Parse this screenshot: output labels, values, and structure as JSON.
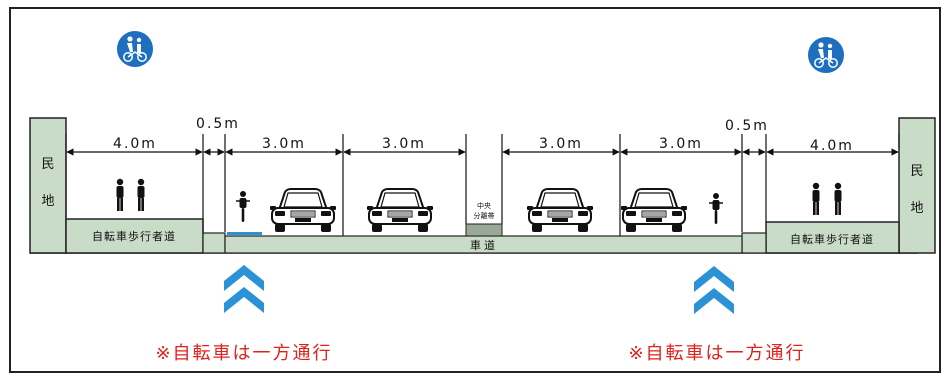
{
  "labels": {
    "private_land_left": "民地",
    "private_land_right": "民地",
    "walkway_left": "自転車歩行者道",
    "walkway_right": "自転車歩行者道",
    "carriageway": "車道",
    "median": "中央分離帯"
  },
  "dimensions": {
    "left_walkway": "4.0m",
    "left_gap": "0.5m",
    "lane_1": "3.0m",
    "lane_2": "3.0m",
    "lane_3": "3.0m",
    "lane_4": "3.0m",
    "right_gap": "0.5m",
    "right_walkway": "4.0m"
  },
  "notes": {
    "left": "※自転車は一方通行",
    "right": "※自転車は一方通行"
  },
  "colors": {
    "land": "#c9dcc7",
    "road_line": "#222222",
    "sign_blue": "#1f6fc1",
    "chevron_blue": "#2c92d6",
    "note_red": "#e0211c",
    "bike_lane": "#2c92d6"
  },
  "icons": {
    "sign": "bicycle-pedestrian-sign-icon",
    "pedestrian": "pedestrian-icon",
    "cyclist": "cyclist-icon",
    "car": "car-front-icon",
    "direction": "double-chevron-up-icon"
  }
}
